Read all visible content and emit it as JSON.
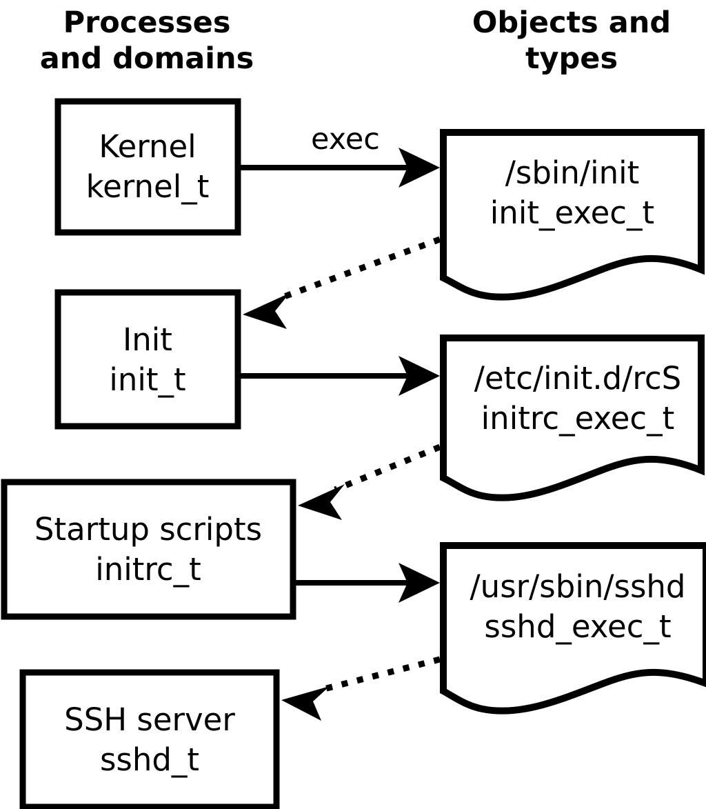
{
  "diagram": {
    "title_left": "Processes\nand domains",
    "columns": [
      {
        "id": "left",
        "heading_line1": "Processes",
        "heading_line2": "and domains"
      },
      {
        "id": "right",
        "heading_line1": "Objects and",
        "heading_line2": "types"
      }
    ],
    "colors": {
      "stroke": "#000000",
      "fill": "#ffffff",
      "text": "#000000"
    },
    "process_nodes": [
      {
        "id": "kernel",
        "shape": "rectangle",
        "line1": "Kernel",
        "line2": "kernel_t"
      },
      {
        "id": "init",
        "shape": "rectangle",
        "line1": "Init",
        "line2": "init_t"
      },
      {
        "id": "initrc",
        "shape": "rectangle",
        "line1": "Startup scripts",
        "line2": "initrc_t"
      },
      {
        "id": "sshd",
        "shape": "rectangle",
        "line1": "SSH server",
        "line2": "sshd_t"
      }
    ],
    "object_nodes": [
      {
        "id": "init_exec",
        "shape": "document",
        "line1": "/sbin/init",
        "line2": "init_exec_t"
      },
      {
        "id": "initrc_exec",
        "shape": "document",
        "line1": "/etc/init.d/rcS",
        "line2": "initrc_exec_t"
      },
      {
        "id": "sshd_exec",
        "shape": "document",
        "line1": "/usr/sbin/sshd",
        "line2": "sshd_exec_t"
      }
    ],
    "edges": [
      {
        "id": "kernel-exec-init_exec",
        "from": "kernel",
        "to": "init_exec",
        "style": "solid",
        "label": "exec"
      },
      {
        "id": "init_exec-transition-init",
        "from": "init_exec",
        "to": "init",
        "style": "dotted",
        "label": ""
      },
      {
        "id": "init-exec-initrc_exec",
        "from": "init",
        "to": "initrc_exec",
        "style": "solid",
        "label": ""
      },
      {
        "id": "initrc_exec-transition-initrc",
        "from": "initrc_exec",
        "to": "initrc",
        "style": "dotted",
        "label": ""
      },
      {
        "id": "initrc-exec-sshd_exec",
        "from": "initrc",
        "to": "sshd_exec",
        "style": "solid",
        "label": ""
      },
      {
        "id": "sshd_exec-transition-sshd",
        "from": "sshd_exec",
        "to": "sshd",
        "style": "dotted",
        "label": ""
      }
    ]
  }
}
